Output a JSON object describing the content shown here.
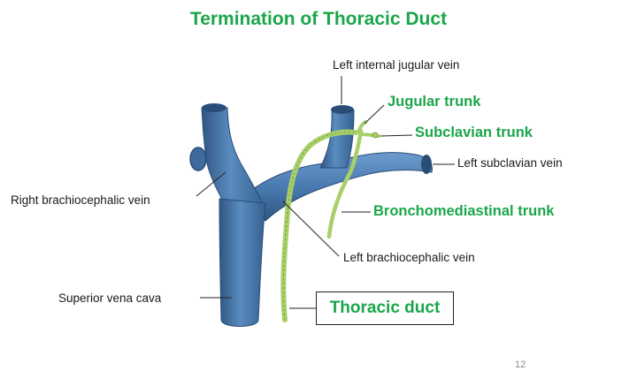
{
  "title": "Termination of Thoracic Duct",
  "labels": {
    "left_internal_jugular_vein": "Left internal jugular vein",
    "jugular_trunk": "Jugular trunk",
    "subclavian_trunk": "Subclavian trunk",
    "left_subclavian_vein": "Left subclavian vein",
    "right_brachiocephalic_vein": "Right brachiocephalic vein",
    "bronchomediastinal_trunk": "Bronchomediastinal trunk",
    "left_brachiocephalic_vein": "Left brachiocephalic vein",
    "superior_vena_cava": "Superior vena cava",
    "thoracic_duct": "Thoracic duct"
  },
  "page_number": "12",
  "colors": {
    "title_green": "#1aa64a",
    "vein_blue": "#4f7fb0",
    "vein_dark": "#2f5683",
    "lymph_green": "#a9cf6a"
  }
}
